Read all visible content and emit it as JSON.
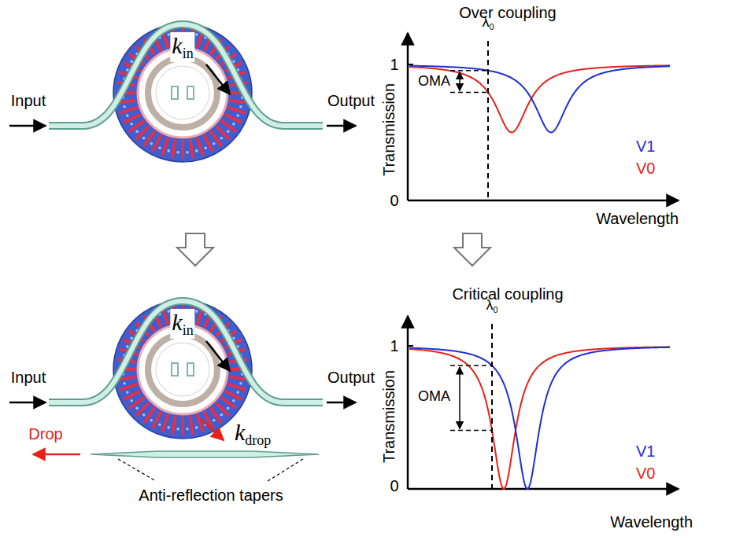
{
  "diagram": {
    "labels": [
      "Input",
      "kin",
      "Output",
      "Over coupling",
      "λ0",
      "1",
      "0",
      "Transmission",
      "OMA",
      "V1",
      "V0",
      "Wavelength",
      "Input",
      "kin",
      "Output",
      "Drop",
      "kdrop",
      "Anti-reflection tapers",
      "Critical coupling",
      "λ0",
      "1",
      "0",
      "Transmission",
      "OMA",
      "V1",
      "V0",
      "Wavelength"
    ]
  }
}
